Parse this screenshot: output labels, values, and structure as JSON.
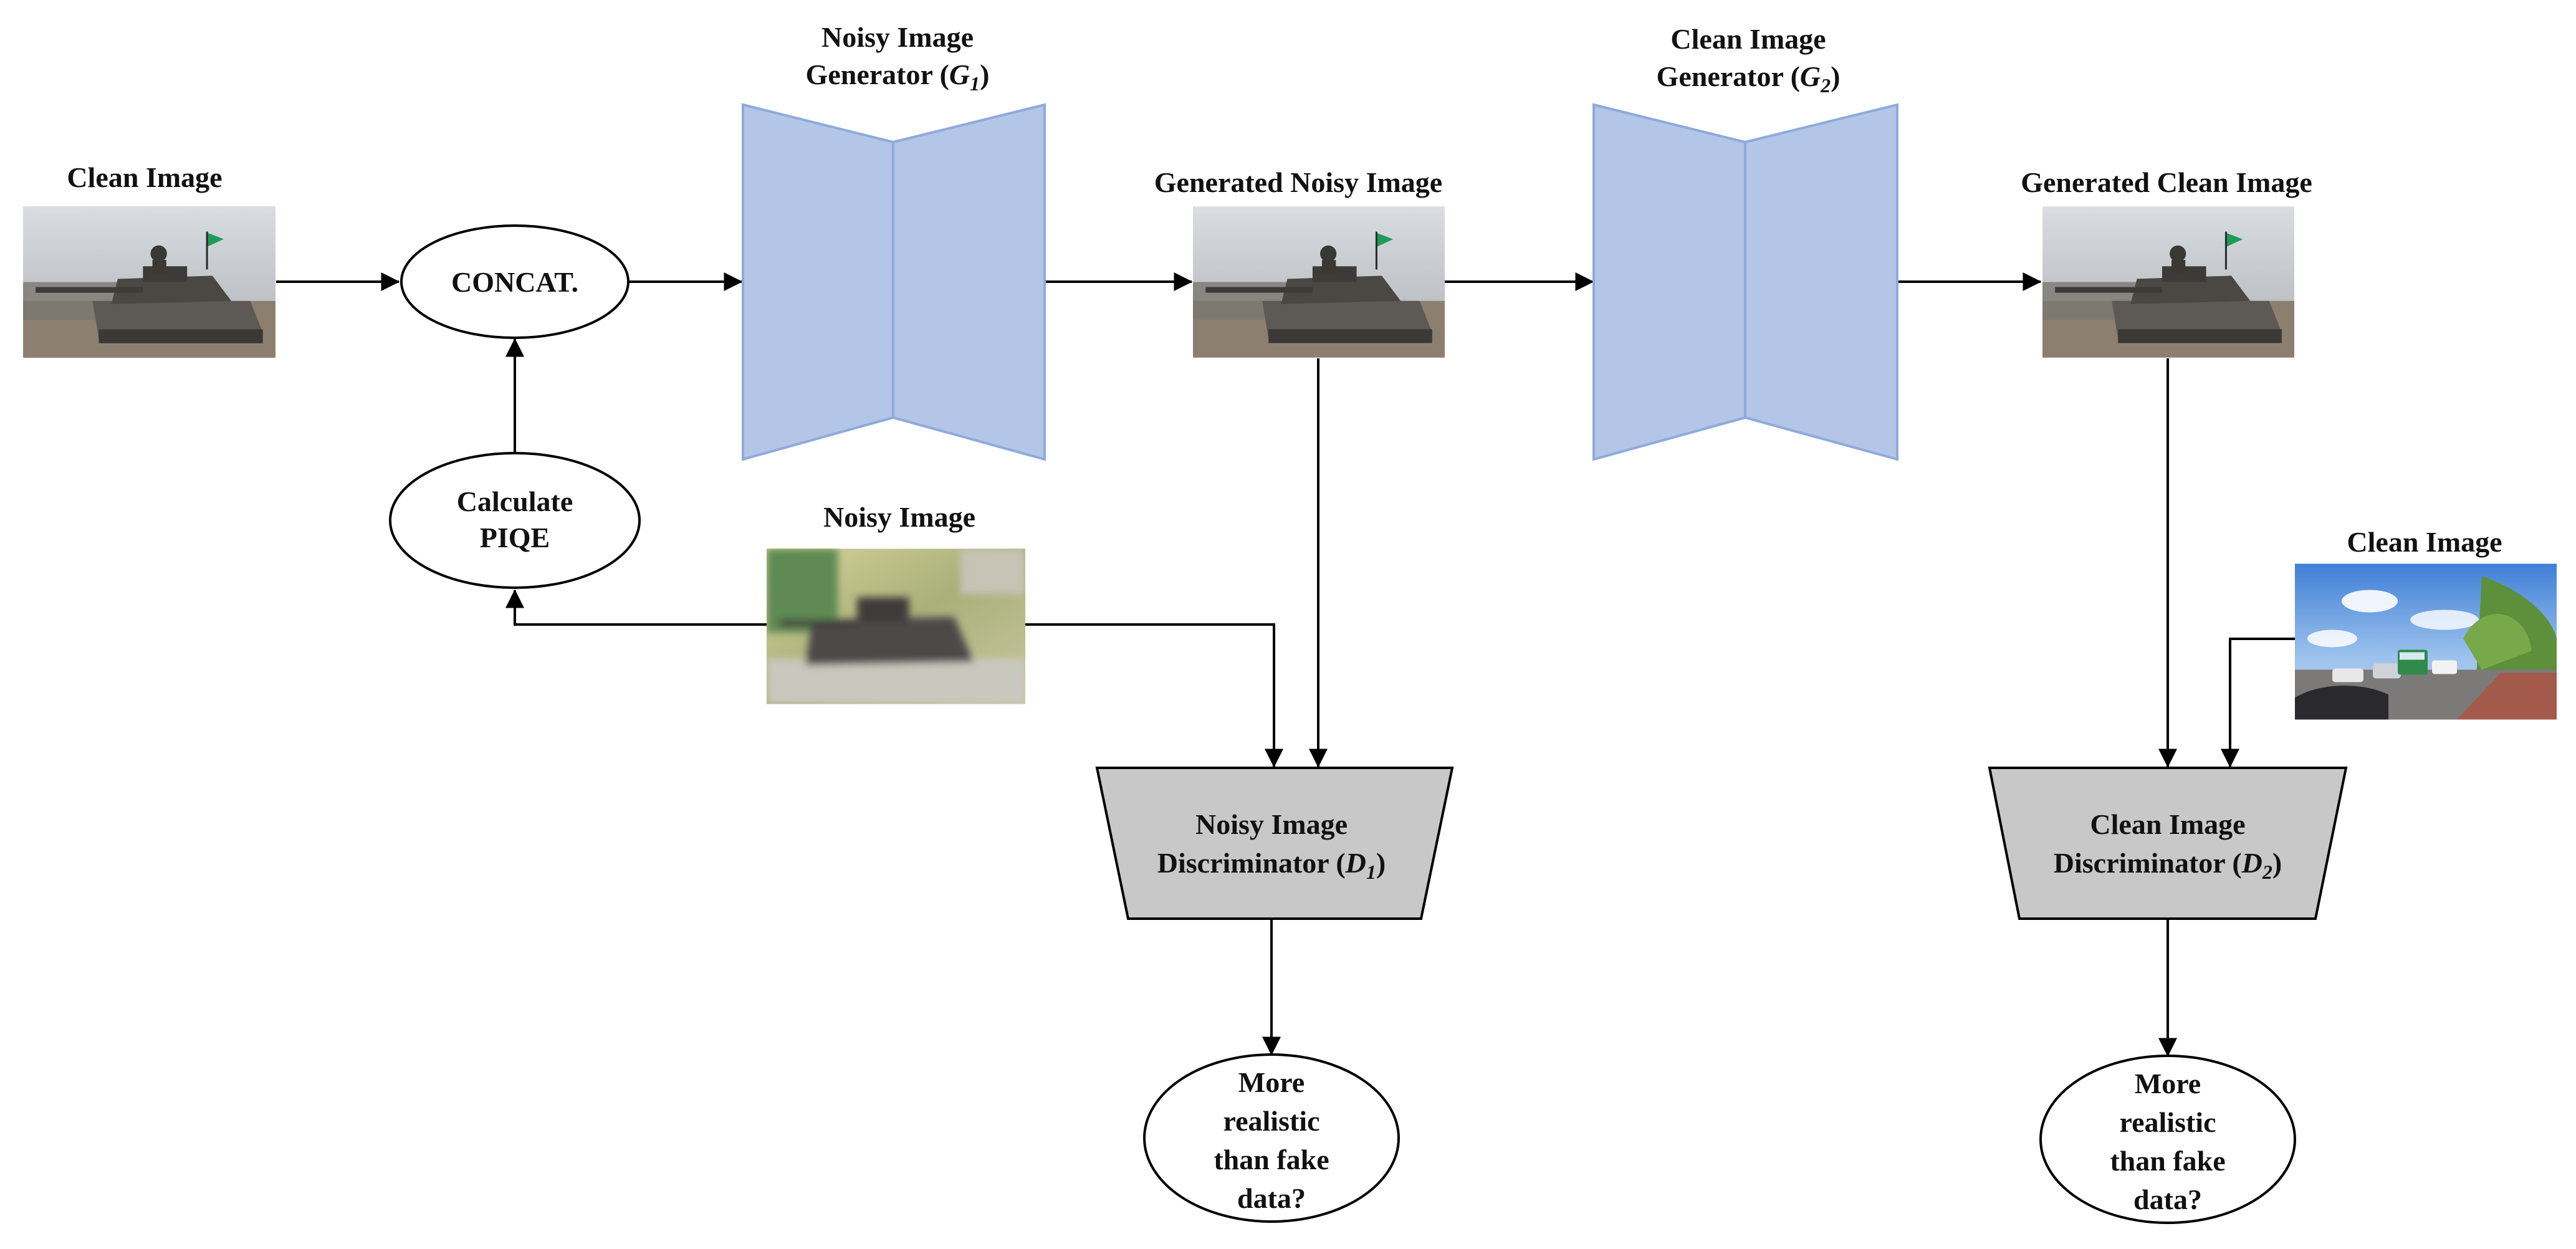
{
  "images": {
    "clean_input": {
      "label": "Clean Image",
      "icon": "tank-photo-icon"
    },
    "generated_noisy": {
      "label": "Generated Noisy Image",
      "icon": "tank-photo-icon"
    },
    "generated_clean": {
      "label": "Generated Clean Image",
      "icon": "tank-photo-icon"
    },
    "noisy": {
      "label": "Noisy Image",
      "icon": "noisy-tank-photo-icon"
    },
    "clean_reference": {
      "label": "Clean Image",
      "icon": "street-photo-icon"
    }
  },
  "nodes": {
    "concat": {
      "label": "CONCAT."
    },
    "piqe": {
      "line1": "Calculate",
      "line2": "PIQE"
    },
    "generator1": {
      "line1": "Noisy Image",
      "line2": "Generator (",
      "symbol": "G",
      "subscript": "1",
      "close": ")"
    },
    "generator2": {
      "line1": "Clean Image",
      "line2": "Generator (",
      "symbol": "G",
      "subscript": "2",
      "close": ")"
    },
    "discriminator1": {
      "line1": "Noisy Image",
      "line2": "Discriminator (",
      "symbol": "D",
      "subscript": "1",
      "close": ")"
    },
    "discriminator2": {
      "line1": "Clean Image",
      "line2": "Discriminator (",
      "symbol": "D",
      "subscript": "2",
      "close": ")"
    },
    "decision1": {
      "lines": [
        "More",
        "realistic",
        "than fake",
        "data?"
      ]
    },
    "decision2": {
      "lines": [
        "More",
        "realistic",
        "than fake",
        "data?"
      ]
    }
  },
  "colors": {
    "generator_fill": "#b3c6e8",
    "generator_stroke": "#8eaadb",
    "discriminator_fill": "#c8c8c8",
    "line": "#000000"
  }
}
